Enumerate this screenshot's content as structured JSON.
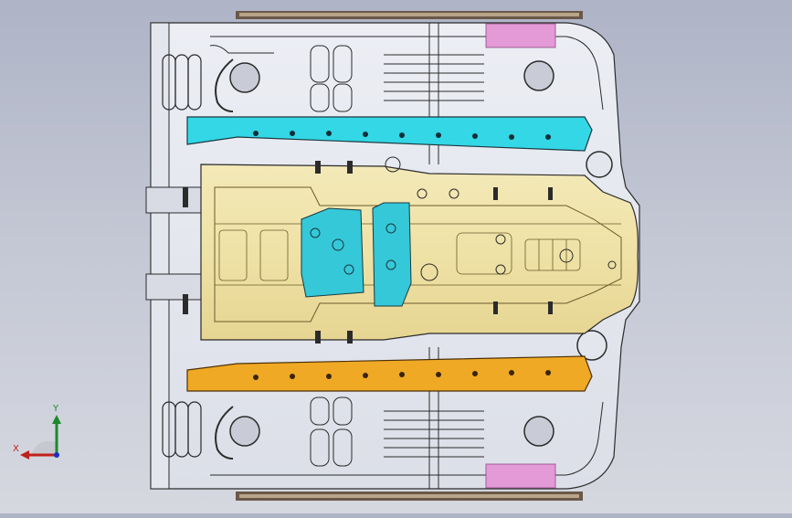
{
  "window": {
    "type": "cad-viewport",
    "background_top": "#aeb4c6",
    "background_bottom": "#d6d8e0"
  },
  "model": {
    "colors": {
      "floor_panel": "#e7e8ef",
      "tunnel_panel": "#efe2a6",
      "upper_crossmember": "#33d7e6",
      "lower_crossmember": "#f0a924",
      "center_brackets": "#35c8d8",
      "pink_patch": "#e39ad6",
      "edge_brown": "#5a4a3a",
      "outline": "#2b2b2b"
    }
  },
  "triad": {
    "x_label": "X",
    "y_label": "Y",
    "x_color": "#c0201a",
    "y_color": "#1a8a2a",
    "z_color": "#1a2fc0"
  }
}
